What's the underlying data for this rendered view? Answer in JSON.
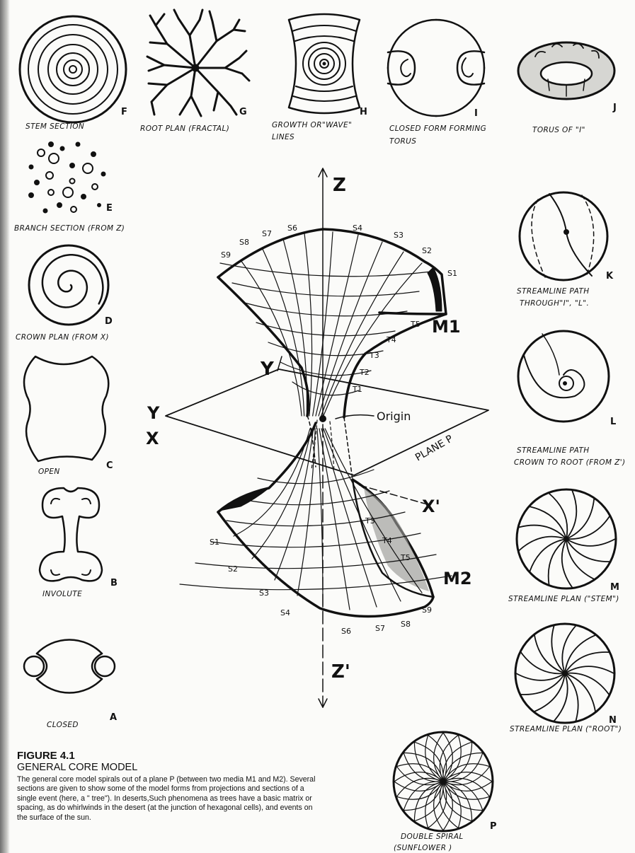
{
  "figure": {
    "number": "FIGURE 4.1",
    "title": "GENERAL CORE MODEL",
    "body": "The general core model spirals out of a plane P (between two media M1 and M2). Several sections are given to show some of the model forms from projections and sections of a single event (here, a \" tree\"). In deserts,Such phenomena as trees have a basic matrix or spacing, as do whirlwinds in the desert (at the junction of hexagonal cells), and events on the surface of the sun."
  },
  "panels": {
    "F": {
      "letter": "F",
      "label": "STEM SECTION"
    },
    "G": {
      "letter": "G",
      "label": "ROOT PLAN (FRACTAL)"
    },
    "H": {
      "letter": "H",
      "label1": "GROWTH OR\"WAVE\"",
      "label2": "LINES"
    },
    "I": {
      "letter": "I",
      "label1": "CLOSED FORM FORMING",
      "label2": "TORUS"
    },
    "J": {
      "letter": "J",
      "label": "TORUS OF \"I\""
    },
    "E": {
      "letter": "E",
      "label": "BRANCH SECTION (FROM Z)"
    },
    "D": {
      "letter": "D",
      "label": "CROWN PLAN (FROM X)"
    },
    "C": {
      "letter": "C",
      "label": "OPEN"
    },
    "B": {
      "letter": "B",
      "label": "INVOLUTE"
    },
    "A": {
      "letter": "A",
      "label": "CLOSED"
    },
    "K": {
      "letter": "K",
      "label1": "STREAMLINE PATH",
      "label2": "THROUGH\"I\", \"L\"."
    },
    "L": {
      "letter": "L",
      "label1": "STREAMLINE PATH",
      "label2": "CROWN TO ROOT (FROM Z')"
    },
    "M": {
      "letter": "M",
      "label": "STREAMLINE PLAN (\"STEM\")"
    },
    "N": {
      "letter": "N",
      "label": "STREAMLINE PLAN (\"ROOT\")"
    },
    "P": {
      "letter": "P",
      "label1": "DOUBLE SPIRAL",
      "label2": "(SUNFLOWER )"
    }
  },
  "core_model": {
    "axis_z": "Z",
    "axis_z_prime": "Z'",
    "axis_y": "Y",
    "axis_y_upper": "Y",
    "axis_x": "X",
    "axis_x_prime": "X'",
    "origin": "Origin",
    "plane": "PLANE P",
    "medium_upper": "M1",
    "medium_lower": "M2",
    "upper_s_labels": [
      "S9",
      "S8",
      "S7",
      "S6",
      "S4",
      "S3",
      "S2",
      "S1"
    ],
    "upper_t_labels": [
      "T5",
      "T4",
      "T3",
      "T2",
      "T1"
    ],
    "lower_s_labels": [
      "S1",
      "S2",
      "S3",
      "S4",
      "S6",
      "S7",
      "S8",
      "S9"
    ],
    "lower_t_labels": [
      "T3",
      "T4",
      "T5"
    ]
  },
  "colors": {
    "ink": "#111111",
    "paper": "#fbfbf9"
  }
}
